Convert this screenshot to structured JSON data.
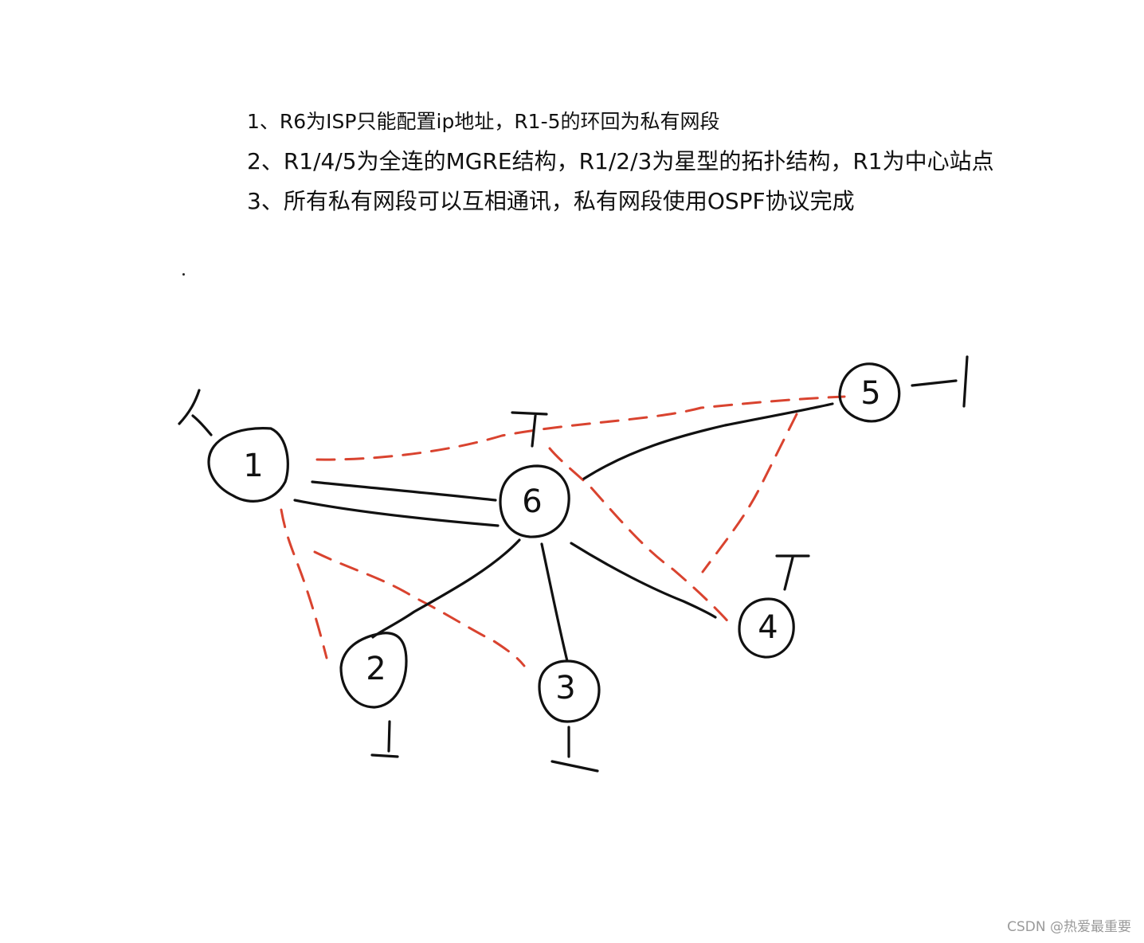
{
  "requirements": [
    "1、R6为ISP只能配置ip地址，R1-5的环回为私有网段",
    "2、R1/4/5为全连的MGRE结构，R1/2/3为星型的拓扑结构，R1为中心站点",
    "3、所有私有网段可以互相通讯，私有网段使用OSPF协议完成"
  ],
  "nodes": [
    {
      "id": "1",
      "label": "1"
    },
    {
      "id": "2",
      "label": "2"
    },
    {
      "id": "3",
      "label": "3"
    },
    {
      "id": "4",
      "label": "4"
    },
    {
      "id": "5",
      "label": "5"
    },
    {
      "id": "6",
      "label": "6"
    }
  ],
  "physical_links": [
    [
      "1",
      "6"
    ],
    [
      "1",
      "6"
    ],
    [
      "6",
      "2"
    ],
    [
      "6",
      "3"
    ],
    [
      "6",
      "4"
    ],
    [
      "6",
      "5"
    ]
  ],
  "tunnel_links": [
    [
      "1",
      "5"
    ],
    [
      "1",
      "4"
    ],
    [
      "4",
      "5"
    ],
    [
      "1",
      "2"
    ],
    [
      "1",
      "3"
    ]
  ],
  "colors": {
    "physical_link": "#111111",
    "tunnel_link": "#d9432f"
  },
  "watermark": "CSDN @热爱最重要"
}
